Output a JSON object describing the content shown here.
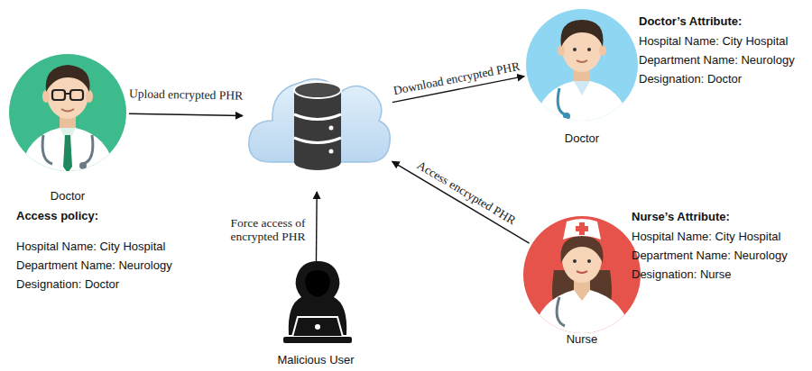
{
  "diagram": {
    "nodes": [
      {
        "text": [
          "Doctor",
          "Access policy:",
          "Hospital Name: City Hospital",
          "Department Name: Neurology",
          "Designation: Doctor"
        ]
      },
      {
        "text": []
      },
      {
        "text": [
          "Doctor",
          "Doctor’s Attribute:",
          "Hospital Name: City Hospital",
          "Department Name: Neurology",
          "Designation: Doctor"
        ]
      },
      {
        "text": [
          "Nurse",
          "Nurse’s Attribute:",
          "Hospital Name: City Hospital",
          "Department Name: Neurology",
          "Designation: Nurse"
        ]
      },
      {
        "text": [
          "Malicious User"
        ]
      }
    ],
    "edges": [
      {
        "from": 0,
        "to": 1,
        "arrow": "to",
        "label": "Upload encrypted PHR"
      },
      {
        "from": 1,
        "to": 2,
        "arrow": "to",
        "label": "Download encrypted PHR"
      },
      {
        "from": 3,
        "to": 1,
        "arrow": "to",
        "label": "Access encrypted PHR"
      },
      {
        "from": 4,
        "to": 1,
        "arrow": "to",
        "label": "Force access of encrypted PHR"
      }
    ]
  }
}
